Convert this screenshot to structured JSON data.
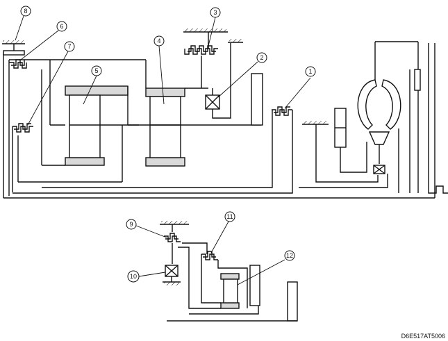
{
  "diagram": {
    "callouts": [
      "1",
      "2",
      "3",
      "4",
      "5",
      "6",
      "7",
      "8",
      "9",
      "10",
      "11",
      "12"
    ],
    "figure_code": "D6E517AT5006"
  }
}
